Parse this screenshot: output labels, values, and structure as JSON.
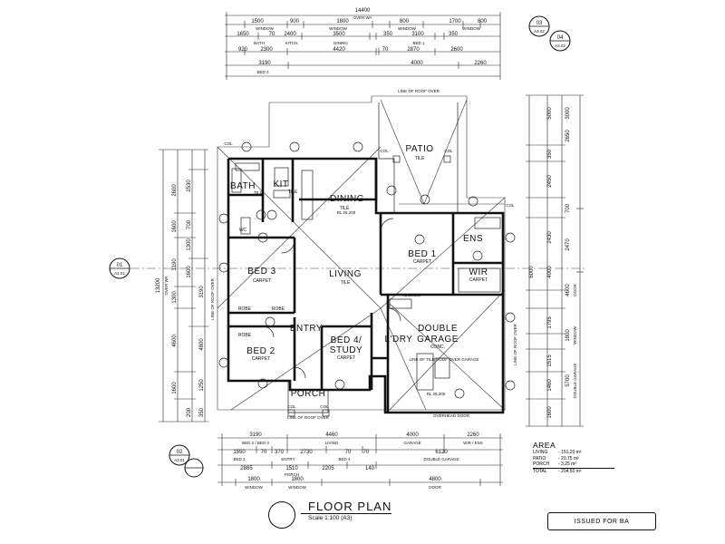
{
  "rooms": {
    "bath": "BATH",
    "kit": "KIT",
    "dining": "DINING",
    "patio": "PATIO",
    "bed1": "BED 1",
    "ens": "ENS",
    "wir": "WIR",
    "bed3": "BED 3",
    "living": "LIVING",
    "bed2": "BED 2",
    "entry": "ENTRY",
    "bed4": "BED 4/",
    "study": "STUDY",
    "ldry": "L'DRY",
    "double": "DOUBLE",
    "garage": "GARAGE",
    "porch": "PORCH",
    "wc": "WC",
    "robe_a": "ROBE",
    "robe_b": "ROBE",
    "robe_c": "ROBE"
  },
  "finishes": {
    "tile1": "TILE",
    "tile2": "TILE",
    "tile3": "TILE",
    "tile4": "TILE",
    "tile5": "TILE",
    "carpet1": "CARPET",
    "carpet2": "CARPET",
    "carpet3": "CARPET",
    "carpet4": "CARPET",
    "carpet5": "CARPET",
    "conc": "CONC."
  },
  "notes": {
    "roof_top": "LINE OF ROOF OVER",
    "roof_left": "LINE OF ROOF OVER",
    "roof_right": "LINE OF ROOF OVER",
    "roof_bottom": "LINE OF ROOF OVER",
    "garage_line": "LINE OF TILE ROOF OVER GARAGE",
    "door": "OVERHEAD DOOR",
    "rl1": "RL 25.200",
    "rl2": "RL 25.200",
    "rl3": "RL 25.200",
    "col1": "COL",
    "col2": "COL",
    "col3": "COL",
    "col4": "COL",
    "col5": "COL",
    "col6": "COL"
  },
  "callouts": {
    "c01": {
      "num": "01",
      "sheet": "A4.01"
    },
    "c02": {
      "num": "02",
      "sheet": "A3.01"
    },
    "c03": {
      "num": "03",
      "sheet": "A3.02"
    },
    "c04": {
      "num": "04",
      "sheet": "A3.02"
    }
  },
  "dims_top": {
    "overall": "14400",
    "overall_sub": "OVER WA",
    "r1": [
      "1500",
      "900",
      "1800",
      "800",
      "1700",
      "800"
    ],
    "r1_lbl": [
      "WINDOW",
      "WINDOW",
      "WINDOW",
      "WINDOW"
    ],
    "r2": [
      "1650",
      "70",
      "2400",
      "3500",
      "350",
      "3100",
      "350"
    ],
    "r2_lbl": [
      "BATH",
      "KITCH.",
      "DINING",
      "BED 1"
    ],
    "r3": [
      "920",
      "2300",
      "4420",
      "70",
      "2870",
      "2600"
    ],
    "r4": [
      "3190",
      "4000",
      "2260"
    ],
    "r4_lbl": [
      "BED 3"
    ]
  },
  "dims_bottom": {
    "r1": [
      "3190",
      "4460",
      "4000",
      "2260"
    ],
    "r1_lbl": [
      "BED 2 / BED 3",
      "LIVING",
      "GARAGE",
      "WIR / ENS"
    ],
    "r2": [
      "1550",
      "70",
      "370",
      "2730",
      "70",
      "70",
      "6120"
    ],
    "r2_lbl": [
      "BED 2",
      "ENTRY",
      "BED 4",
      "DOUBLE GARAGE"
    ],
    "r3": [
      "2865",
      "1510",
      "2205",
      "140"
    ],
    "r3_lbl": [
      "PORCH"
    ],
    "r4": [
      "1800",
      "1800",
      "4800"
    ],
    "r4_lbl": [
      "WINDOW",
      "WINDOW",
      "DOOR"
    ]
  },
  "dims_left": {
    "overall": "13200",
    "overall_sub": "OVER WA",
    "r1": [
      "2600",
      "1600",
      "3190",
      "1300",
      "4600",
      "1600"
    ],
    "r2": [
      "2530",
      "700",
      "1300",
      "1600",
      "200"
    ],
    "r3": [
      "4800",
      "3190",
      "1250",
      "350"
    ]
  },
  "dims_right": {
    "r1": [
      "5000",
      "2650",
      "350",
      "2450",
      "2430",
      "3000",
      "700",
      "2470"
    ],
    "r2": [
      "6000",
      "4000",
      "1795",
      "1515",
      "1460",
      "1600"
    ],
    "r3": [
      "4600",
      "1800",
      "5700"
    ],
    "r3_lbl": [
      "DOOR",
      "WINDOW",
      "DOUBLE GARAGE"
    ]
  },
  "area": {
    "title": "AREA",
    "rows": [
      {
        "label": "LIVING",
        "value": "- 151.20 m²"
      },
      {
        "label": "PATIO",
        "value": "- 20.75 m²"
      },
      {
        "label": "PORCH",
        "value": "- 3.25 m²"
      }
    ],
    "total_label": "TOTAL",
    "total_value": "- 204.50 m²"
  },
  "title": {
    "main": "FLOOR PLAN",
    "scale": "Scale 1:100 (A3)"
  },
  "issue_stamp": "ISSUED FOR BA"
}
